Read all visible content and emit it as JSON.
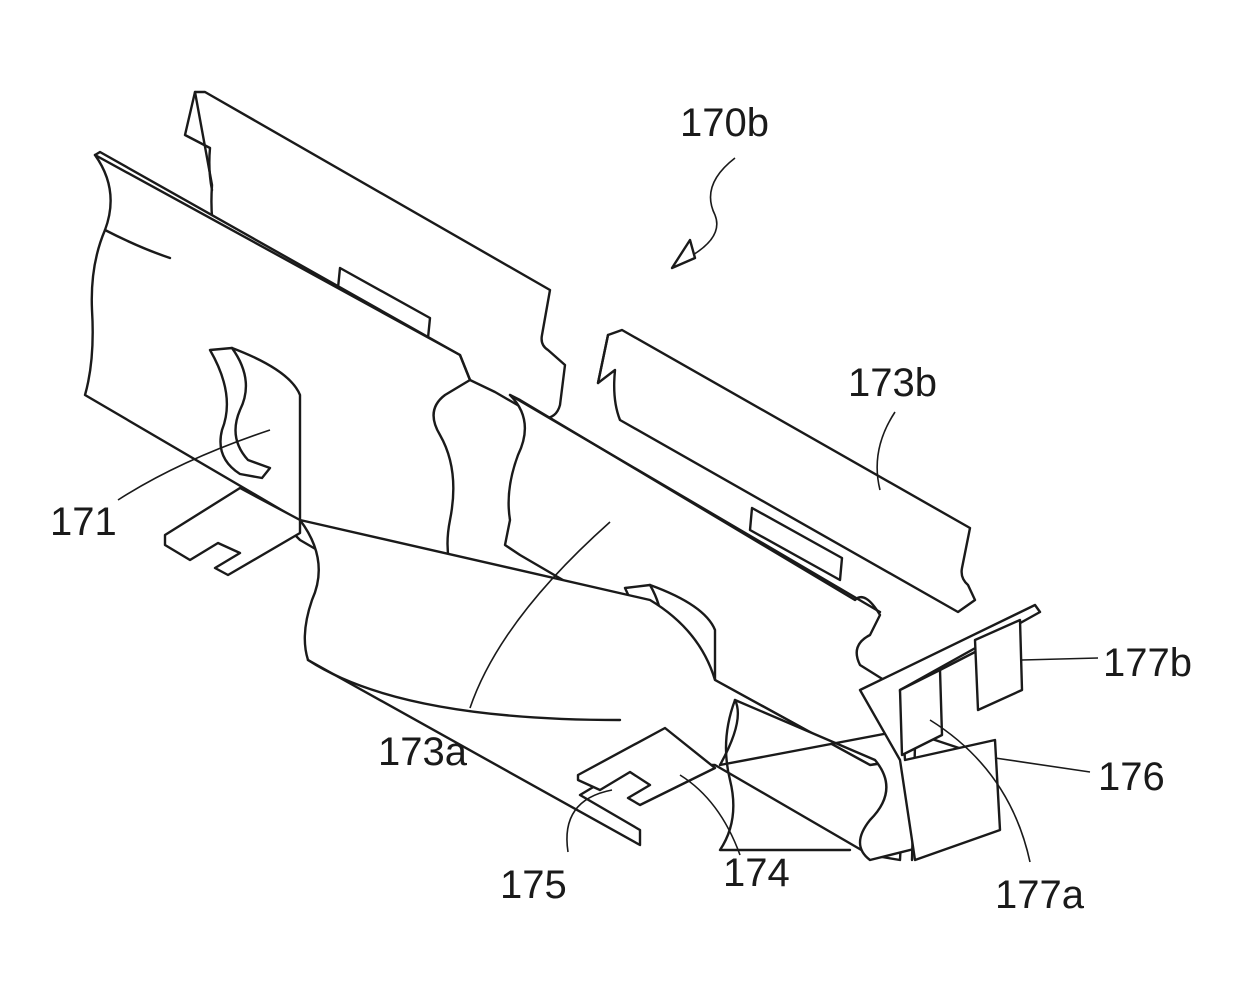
{
  "figure": {
    "labels": {
      "assembly": "170b",
      "l171": "171",
      "l173a": "173a",
      "l173b": "173b",
      "l174": "174",
      "l175": "175",
      "l176": "176",
      "l177a": "177a",
      "l177b": "177b"
    }
  }
}
